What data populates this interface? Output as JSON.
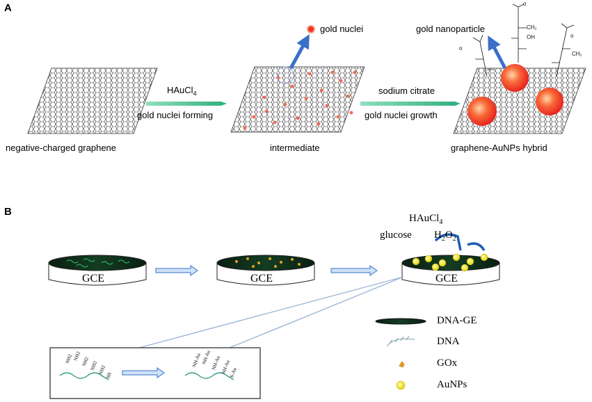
{
  "panel_a": {
    "label": "A",
    "step1_top": "HAuCl",
    "step1_top_sub": "4",
    "step1_bottom": "gold nuclei forming",
    "step2_top": "sodium citrate",
    "step2_bottom": "gold nuclei growth",
    "caption_left": "negative-charged graphene",
    "caption_mid": "intermediate",
    "caption_right": "graphene-AuNPs hybrid",
    "callout_nuclei": "gold nuclei",
    "callout_nanoparticle": "gold nanoparticle"
  },
  "panel_b": {
    "label": "B",
    "electrode_label": "GCE",
    "reagent_top": "HAuCl",
    "reagent_top_sub": "4",
    "reagent_left": "glucose",
    "reagent_right": "H",
    "reagent_right_sub": "2",
    "reagent_right_tail": "O",
    "reagent_right_tail_sub": "2",
    "inset_before": [
      "NH2",
      "NH2",
      "NH2",
      "NH2",
      "NH2",
      "SH"
    ],
    "inset_after": [
      "NH-Au",
      "NH-Au",
      "NH-Au",
      "NH-Au",
      "S-Au"
    ],
    "legend": [
      {
        "key": "dna-ge",
        "label": "DNA-GE"
      },
      {
        "key": "dna",
        "label": "DNA"
      },
      {
        "key": "gox",
        "label": "GOx"
      },
      {
        "key": "aunps",
        "label": "AuNPs"
      }
    ]
  },
  "colors": {
    "arrow_green": "#3fb98a",
    "arrow_blue": "#3a6fc9",
    "gold_particle": "#f2342a",
    "electrode_dark": "#0c2d18",
    "yellow_np": "#f4ec24"
  }
}
